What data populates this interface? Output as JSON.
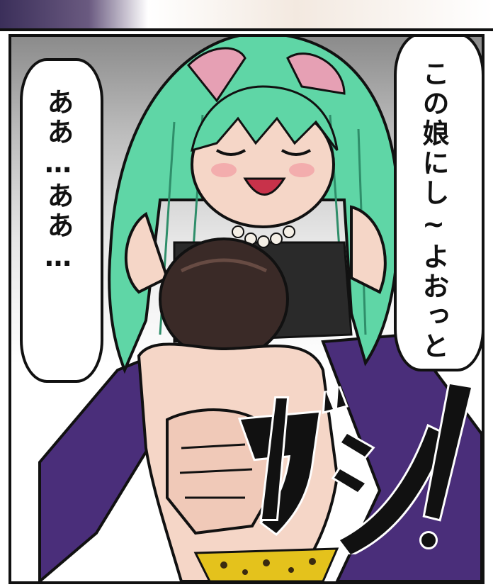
{
  "speech": {
    "left": "ああ…ああ…",
    "right": "この娘にし~よおっと"
  },
  "sfx": {
    "text": "ガシ!"
  },
  "colors": {
    "hair_green": "#5fd6a6",
    "hair_brown": "#3a2a27",
    "skin": "#f5d6c7",
    "cloak_purple": "#4a2e7a",
    "bow_pink": "#e6a0b4",
    "outline": "#111111"
  }
}
